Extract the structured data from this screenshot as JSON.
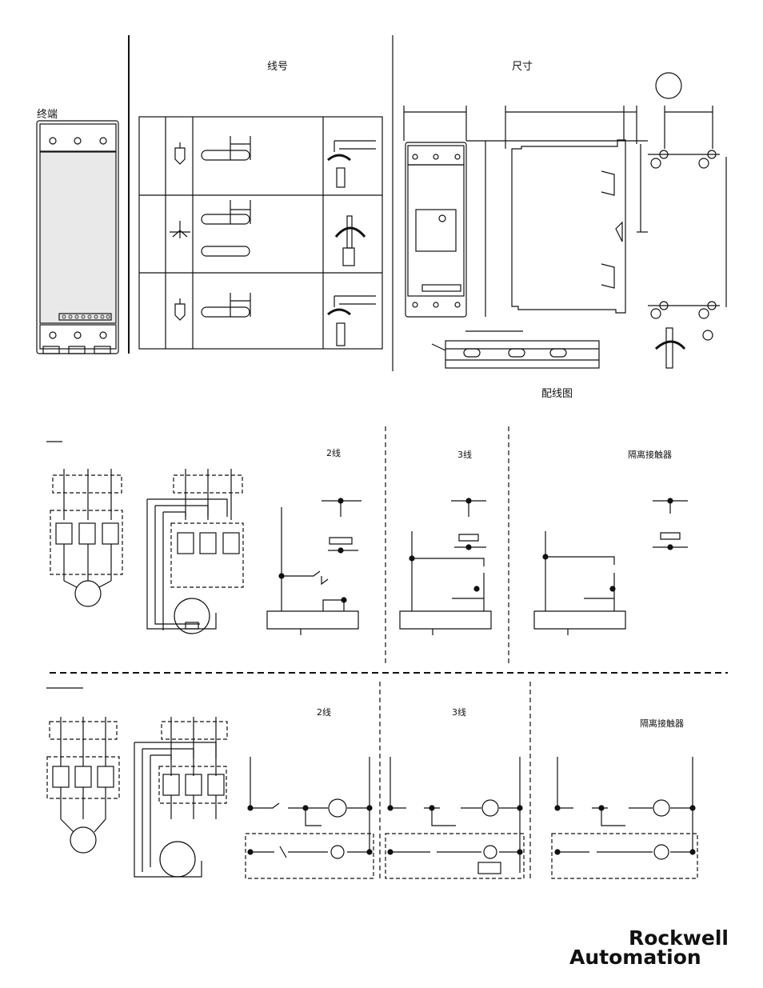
{
  "labels": {
    "terminals": "终端",
    "wire_gauge": "线号",
    "dimensions": "尺寸",
    "wiring_diagram": "配线图",
    "top": {
      "two_wire": "2线",
      "three_wire": "3线",
      "isolation": "隔离接触器"
    },
    "bottom": {
      "two_wire": "2线",
      "three_wire": "3线",
      "isolation": "隔离接触器"
    }
  },
  "brand": {
    "line1": "Rockwell",
    "line2": "Automation"
  },
  "colors": {
    "ink": "#111111",
    "panel": "#e9e9e9"
  }
}
